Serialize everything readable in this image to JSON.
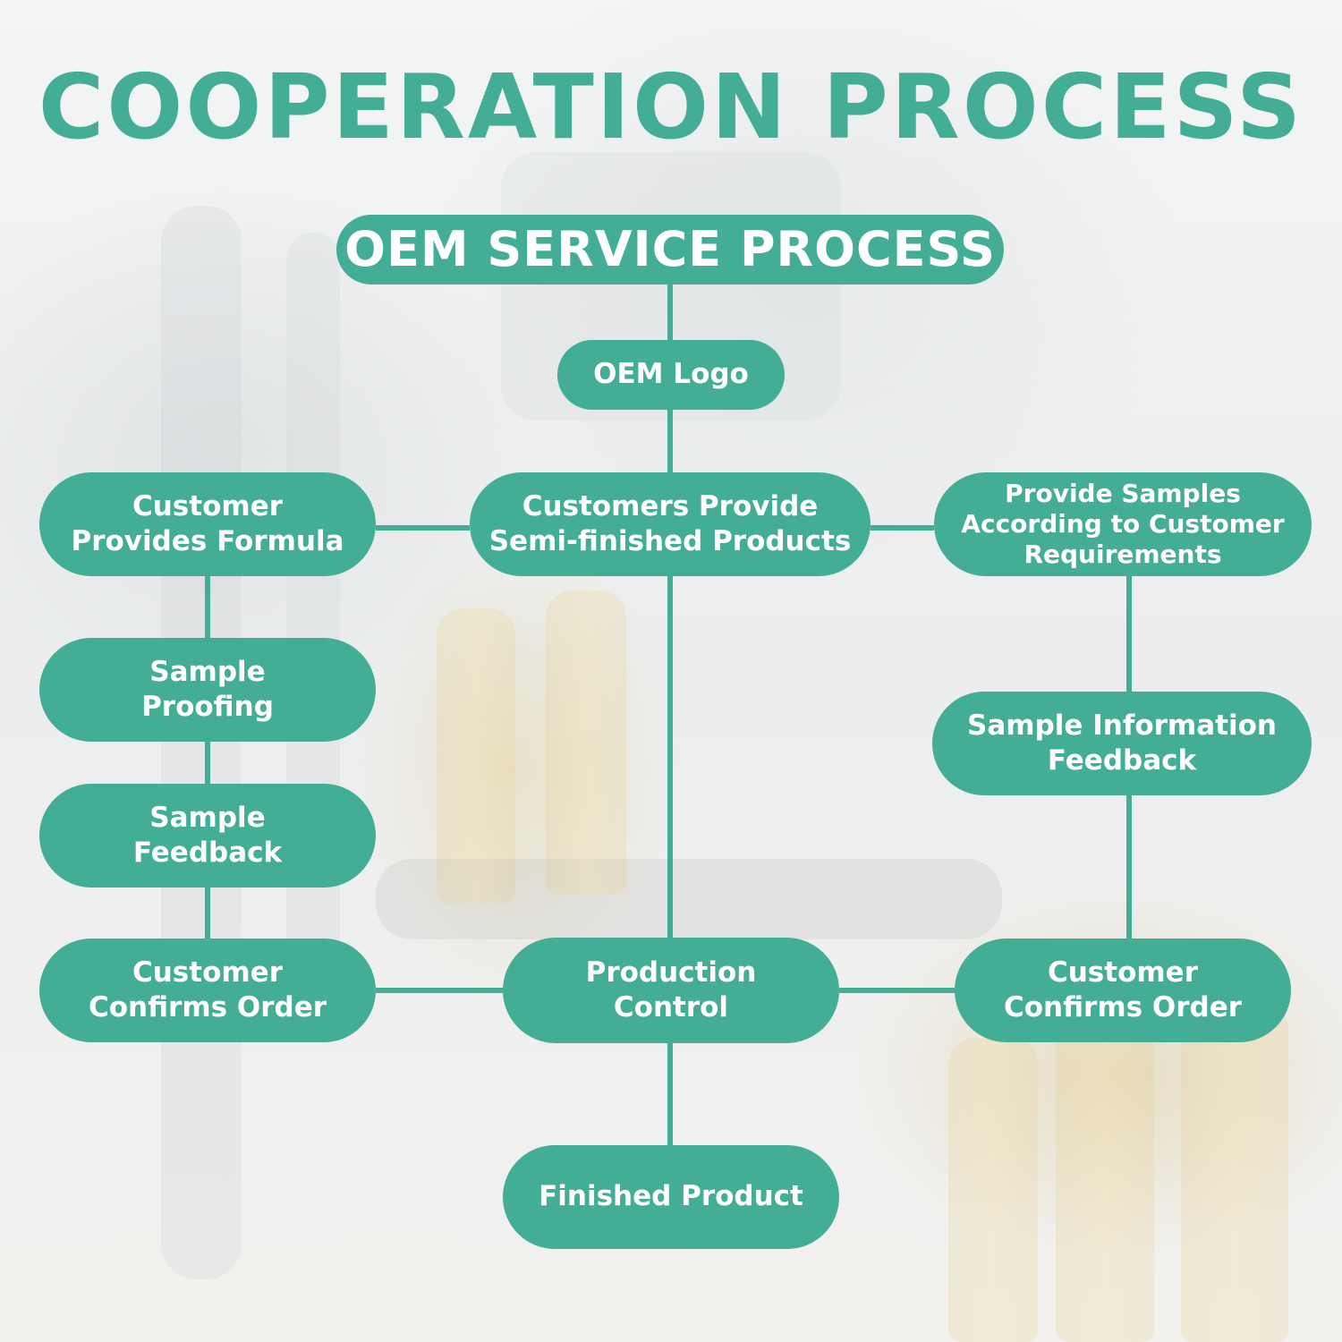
{
  "title": "COOPERATION PROCESS",
  "colors": {
    "accent": "#43ae95",
    "node_text": "#ffffff"
  },
  "header": "OEM SERVICE PROCESS",
  "nodes": {
    "oem_logo": "OEM Logo",
    "customer_formula": "Customer\nProvides Formula",
    "customers_semi": "Customers Provide\nSemi-finished Products",
    "provide_samples": "Provide Samples\nAccording to Customer\nRequirements",
    "sample_proofing": "Sample\nProofing",
    "sample_info_feedback": "Sample Information\nFeedback",
    "sample_feedback": "Sample\nFeedback",
    "confirm_left": "Customer\nConfirms Order",
    "production_control": "Production\nControl",
    "confirm_right": "Customer\nConfirms Order",
    "finished_product": "Finished Product"
  }
}
